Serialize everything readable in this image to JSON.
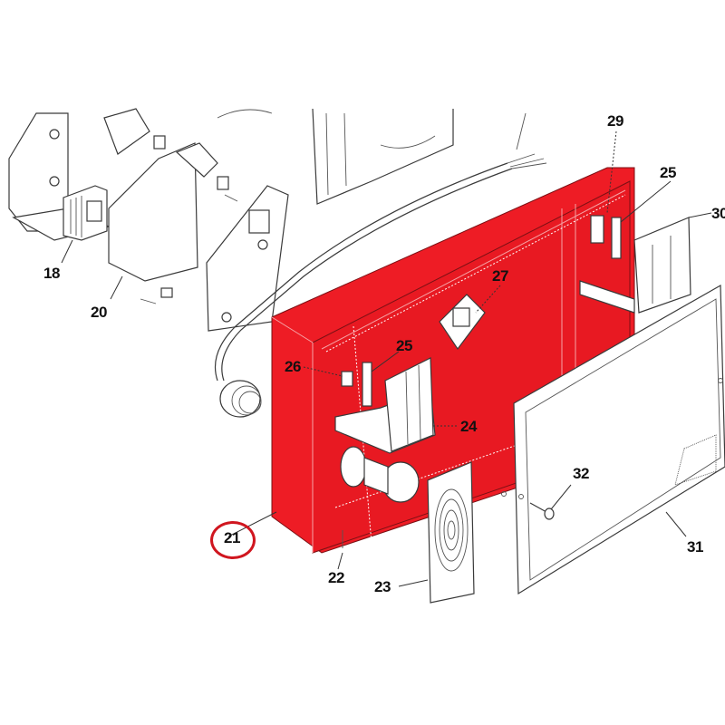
{
  "diagram": {
    "type": "exploded-parts-diagram",
    "highlight_color": "#ee1c25",
    "highlighted_part": "21",
    "callouts": [
      {
        "id": "18",
        "label": "18"
      },
      {
        "id": "20",
        "label": "20"
      },
      {
        "id": "21",
        "label": "21",
        "highlighted": true
      },
      {
        "id": "22",
        "label": "22"
      },
      {
        "id": "23",
        "label": "23"
      },
      {
        "id": "24",
        "label": "24"
      },
      {
        "id": "25a",
        "label": "25"
      },
      {
        "id": "25b",
        "label": "25"
      },
      {
        "id": "26",
        "label": "26"
      },
      {
        "id": "27",
        "label": "27"
      },
      {
        "id": "29",
        "label": "29"
      },
      {
        "id": "30",
        "label": "30"
      },
      {
        "id": "31",
        "label": "31"
      },
      {
        "id": "32",
        "label": "32"
      }
    ]
  }
}
